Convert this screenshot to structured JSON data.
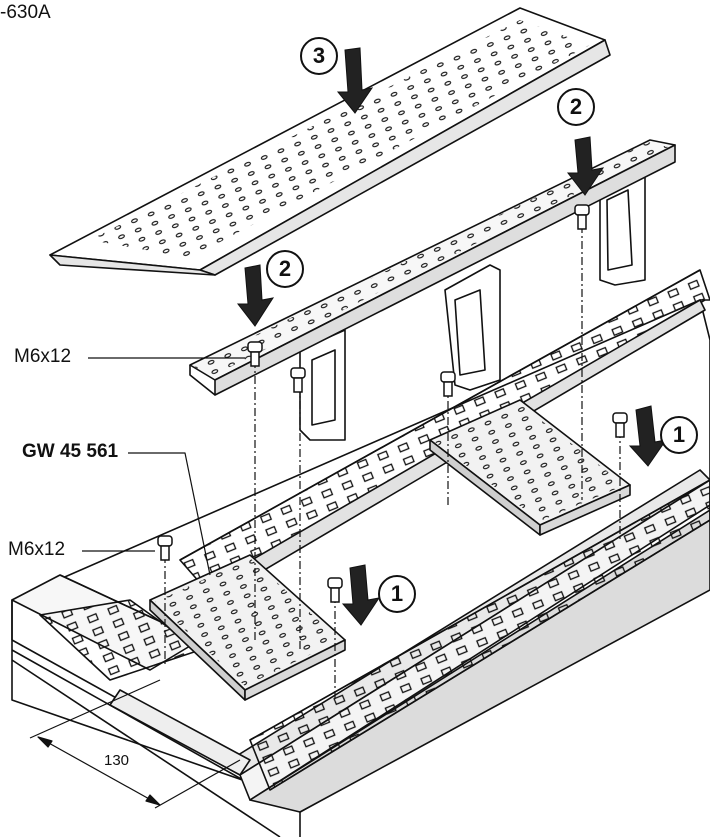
{
  "header": {
    "text": "-630A"
  },
  "steps": [
    {
      "id": "step-3",
      "label": "3"
    },
    {
      "id": "step-2a",
      "label": "2"
    },
    {
      "id": "step-2b",
      "label": "2"
    },
    {
      "id": "step-1a",
      "label": "1"
    },
    {
      "id": "step-1b",
      "label": "1"
    }
  ],
  "callouts": {
    "screw_top": "M6x12",
    "part_number": "GW 45 561",
    "screw_bottom": "M6x12"
  },
  "dimension": {
    "value": "130"
  }
}
